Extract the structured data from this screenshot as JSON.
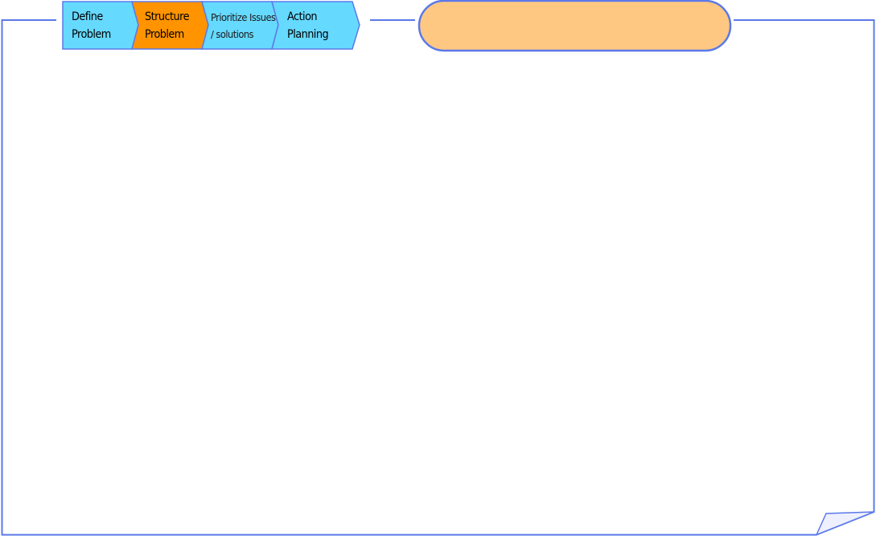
{
  "process_steps": [
    {
      "label": "Define\nProblem",
      "state": "inactive"
    },
    {
      "label": "Structure\nProblem",
      "state": "active"
    },
    {
      "label": "Prioritize Issues\n/ solutions",
      "state": "inactive"
    },
    {
      "label": "Action\nPlanning",
      "state": "inactive"
    }
  ],
  "title_pill": {
    "text": ""
  },
  "colors": {
    "step_inactive_fill": "#66d9ff",
    "step_active_fill": "#ff9400",
    "step_border": "#5b79e8",
    "pill_fill": "#ffc882",
    "pill_border": "#5b79e8",
    "page_border": "#5b79e8",
    "fold_fill": "#eef0ff"
  }
}
